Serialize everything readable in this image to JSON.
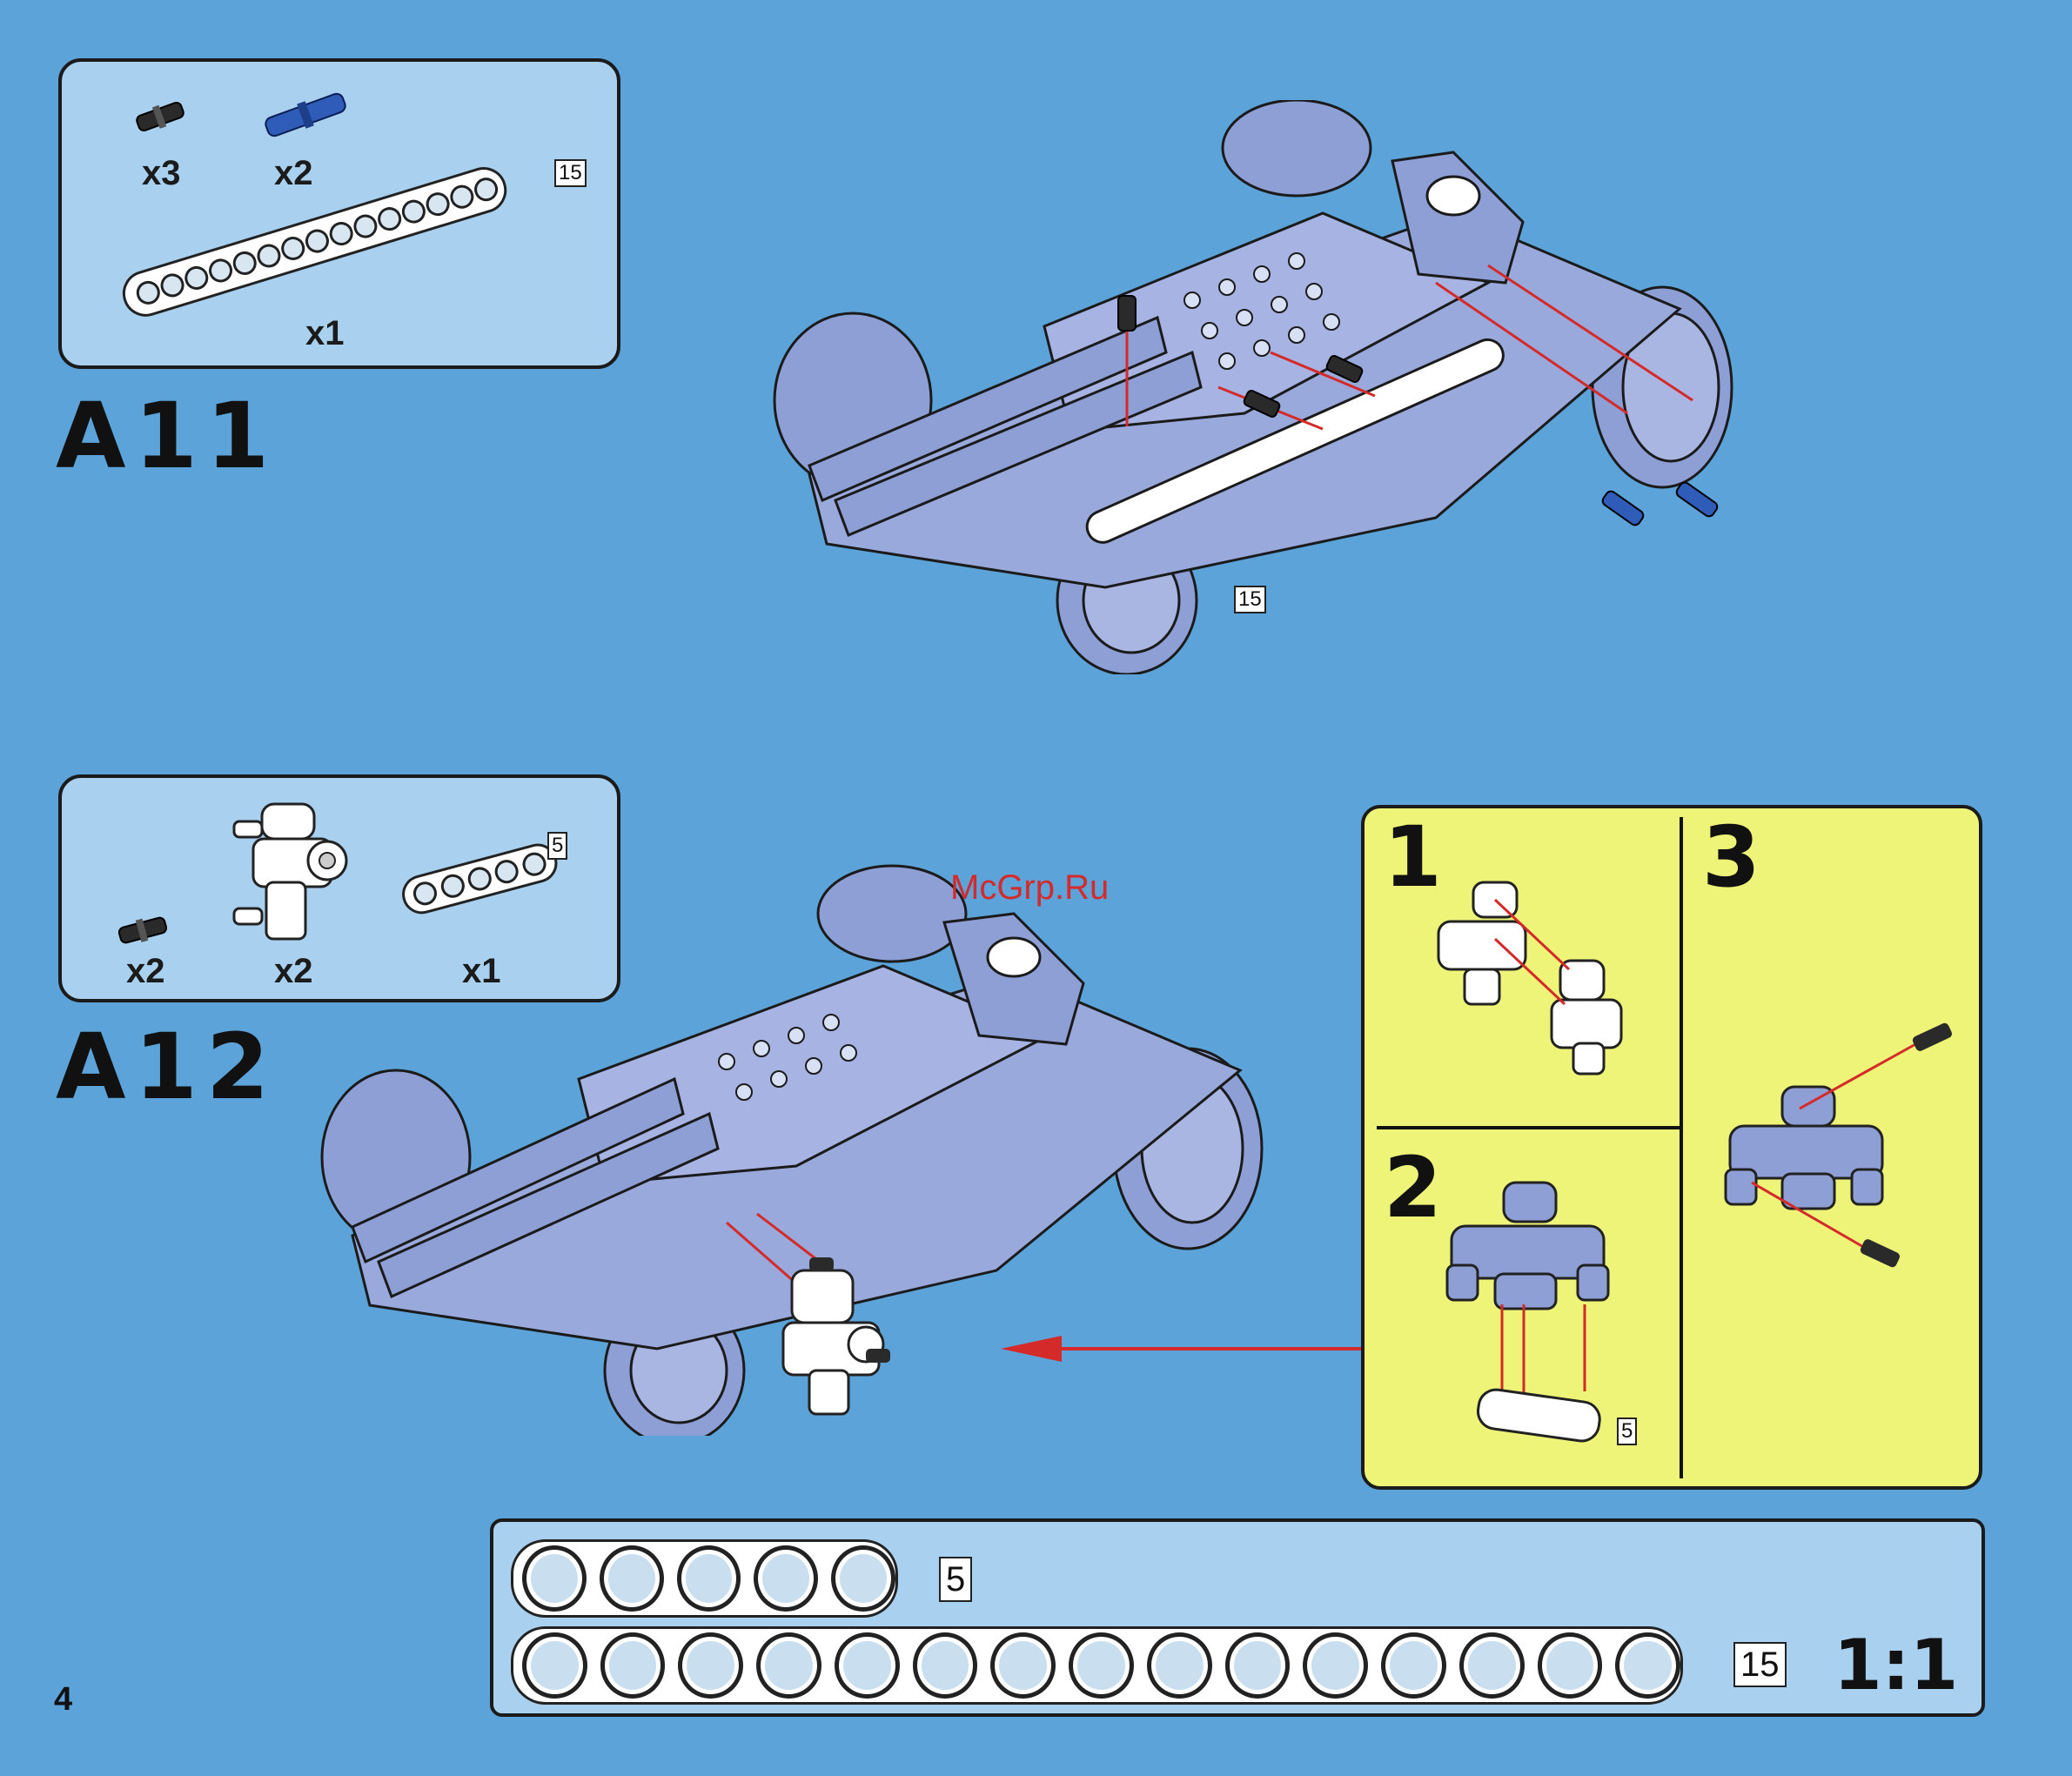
{
  "watermark": "McGrp.Ru",
  "page_number": "4",
  "steps": [
    {
      "id": "A11",
      "parts": [
        {
          "name": "black-friction-pin",
          "qty": "x3",
          "color": "#2a2a2a"
        },
        {
          "name": "blue-axle-pin",
          "qty": "x2",
          "color": "#2e5cb8"
        },
        {
          "name": "white-beam-15",
          "qty": "x1",
          "length": "15",
          "color": "#ffffff"
        }
      ],
      "illustration_length_label": "15"
    },
    {
      "id": "A12",
      "parts": [
        {
          "name": "black-friction-pin",
          "qty": "x2",
          "color": "#2a2a2a"
        },
        {
          "name": "white-connector-hub",
          "qty": "x2",
          "color": "#ffffff"
        },
        {
          "name": "white-beam-5",
          "qty": "x1",
          "length": "5",
          "color": "#ffffff"
        }
      ],
      "substeps": [
        {
          "number": "1"
        },
        {
          "number": "2",
          "length_label": "5"
        },
        {
          "number": "3"
        }
      ]
    }
  ],
  "ruler": {
    "beams": [
      {
        "holes": 5,
        "label": "5"
      },
      {
        "holes": 15,
        "label": "15"
      }
    ],
    "scale": "1:1"
  },
  "colors": {
    "background": "#5ba3d8",
    "panel": "#a9d0ee",
    "substep_panel": "#eef477",
    "model": "#8e9fd6",
    "arrow": "#d42a2a"
  }
}
